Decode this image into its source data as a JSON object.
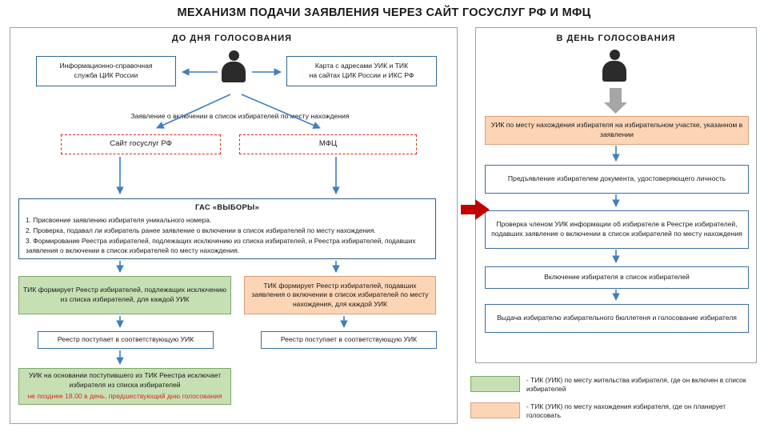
{
  "title": "МЕХАНИЗМ ПОДАЧИ ЗАЯВЛЕНИЯ ЧЕРЕЗ САЙТ ГОСУСЛУГ РФ И МФЦ",
  "left_panel": {
    "header": "ДО ДНЯ ГОЛОСОВАНИЯ",
    "info_service": "Информационно-справочная\nслужба ЦИК России",
    "map_service": "Карта с адресами УИК и ТИК\nна сайтах ЦИК России и ИКС РФ",
    "application_label": "Заявление о включении в список избирателей по месту нахождения",
    "gosuslugi": "Сайт госуслуг РФ",
    "mfc": "МФЦ",
    "gas": {
      "title": "ГАС «ВЫБОРЫ»",
      "items": [
        "1. Присвоение заявлению избирателя уникального номера.",
        "2. Проверка, подавал ли избиратель ранее заявление о включении в список избирателей по месту нахождения.",
        "3. Формирование Реестра избирателей, подлежащих исключению из списка избирателей, и Реестра избирателей, подавших заявления о включении в список избирателей по месту нахождения."
      ]
    },
    "tik_exclude": "ТИК формирует  Реестр избирателей, подлежащих исключению из списка избирателей, для каждой УИК",
    "tik_include": "ТИК формирует Реестр избирателей, подавших заявления о включении в список избирателей по месту нахождения, для каждой УИК",
    "registry_to_uik_left": "Реестр поступает в соответствующую УИК",
    "registry_to_uik_right": "Реестр поступает в соответствующую УИК",
    "uik_exclude_main": "УИК на основании поступившего из ТИК Реестра исключает избирателя из списка избирателей",
    "uik_exclude_note": "не позднее 18.00 в день, предшествующий дню голосования"
  },
  "right_panel": {
    "header": "В ДЕНЬ ГОЛОСОВАНИЯ",
    "steps": [
      "УИК по месту нахождения избирателя на избирательном участке, указанном в заявлении",
      "Предъявление избирателем документа, удостоверяющего личность",
      "Проверка членом УИК информации об избирателе в Реестре избирателей, подавших заявление о включении в список избирателей по месту нахождения",
      "Включение избирателя в список избирателей",
      "Выдача избирателю избирательного бюллетеня и голосование избирателя"
    ]
  },
  "legend": [
    {
      "color": "#c6e0b4",
      "text": "- ТИК (УИК) по месту жительства избирателя, где он включен в список избирателей"
    },
    {
      "color": "#fbd5b5",
      "text": "- ТИК (УИК) по месту нахождения избирателя, где он планирует голосовать"
    }
  ],
  "colors": {
    "arrow_blue": "#3f7fbf",
    "arrow_red": "#c00000",
    "arrow_gray": "#a6a6a6",
    "panel_border": "#9aa3ad",
    "dashed_red": "#d42b1f"
  }
}
